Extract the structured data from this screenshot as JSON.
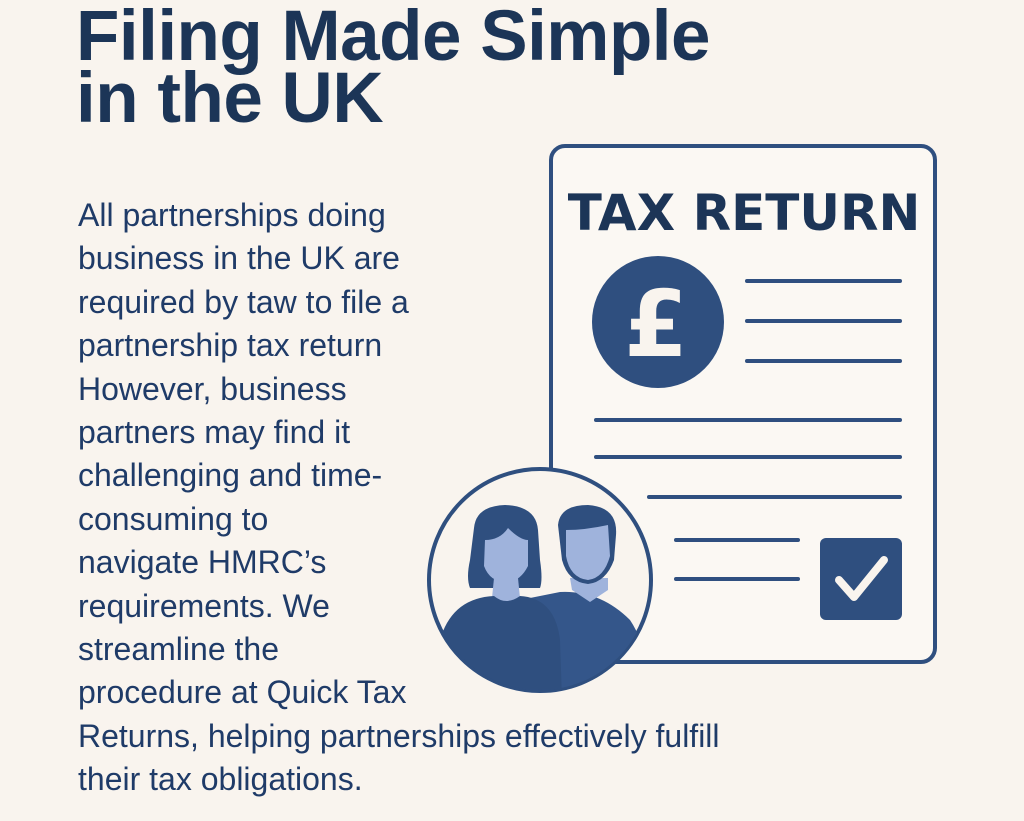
{
  "title": {
    "lines": [
      "Filing Made Simple",
      "in the UK"
    ]
  },
  "body": {
    "lines": [
      "All partnerships doing",
      "business in the UK are",
      "required by taw to file a",
      "partnership tax return",
      "However, business",
      "partners may find it",
      "challenging and time-",
      "consuming to",
      "navigate HMRC’s",
      "requirements. We",
      "streamline the",
      "procedure at Quick Tax",
      "Returns, helping partnerships effectively fulfill",
      "their tax obligations."
    ]
  },
  "document": {
    "heading": "TAX RETURN",
    "currency_symbol": "£",
    "checkbox_checked": true
  },
  "colors": {
    "background": "#f9f4ee",
    "navy": "#1c3557",
    "accent": "#2f4f7f",
    "light": "#9fb3dc"
  }
}
